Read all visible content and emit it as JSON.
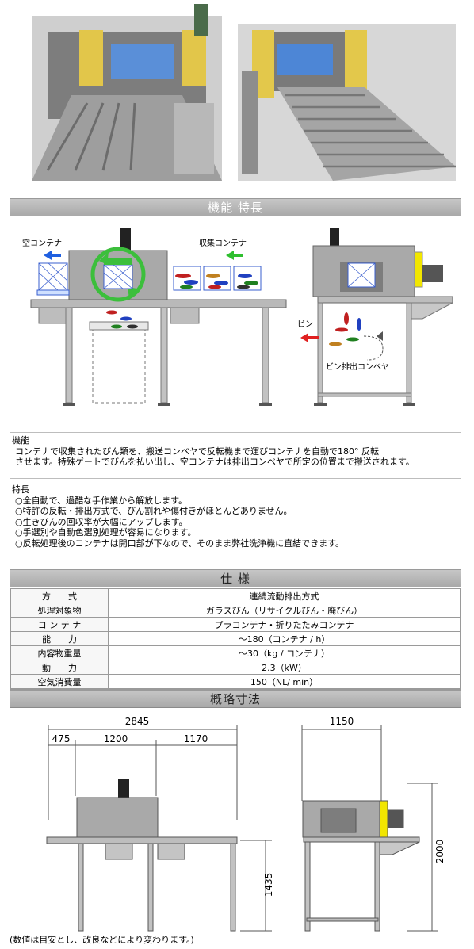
{
  "sections": {
    "features_title": "機能 特長",
    "specs_title": "仕 様",
    "dims_title": "概略寸法"
  },
  "diagram_labels": {
    "empty_container": "空コンテナ",
    "collected_container": "収集コンテナ",
    "bin": "ビン",
    "bin_discharge": "ビン排出コンベヤ"
  },
  "function": {
    "heading": "機能",
    "lines": [
      "コンテナで収集されたびん類を、搬送コンベヤで反転機まで運びコンテナを自動で180° 反転",
      "させます。特殊ゲートでびんを払い出し、空コンテナは排出コンベヤで所定の位置まで搬送されます。"
    ]
  },
  "features": {
    "heading": "特長",
    "items": [
      "○全自動で、過酷な手作業から解放します。",
      "○特許の反転・排出方式で、びん割れや傷付きがほとんどありません。",
      "○生きびんの回収率が大幅にアップします。",
      "○手選別や自動色選別処理が容易になります。",
      "○反転処理後のコンテナは開口部が下なので、そのまま弊社洗浄機に直結できます。"
    ]
  },
  "specs": [
    {
      "label": "方　　式",
      "value": "連続流動排出方式"
    },
    {
      "label": "処理対象物",
      "value": "ガラスびん（リサイクルびん・廃びん）"
    },
    {
      "label": "コ ン テ ナ",
      "value": "プラコンテナ・折りたたみコンテナ"
    },
    {
      "label": "能　　力",
      "value": "〜180（コンテナ / h）"
    },
    {
      "label": "内容物重量",
      "value": "〜30（kg / コンテナ）"
    },
    {
      "label": "動　　力",
      "value": "2.3（kW）"
    },
    {
      "label": "空気消費量",
      "value": "150（NL/ min）"
    }
  ],
  "dimensions": {
    "total_length": "2845",
    "seg1": "475",
    "seg2": "1200",
    "seg3": "1170",
    "height_conveyor": "1435",
    "width": "1150",
    "height_total": "2000"
  },
  "note": "(数値は目安とし、改良などにより変わります。)",
  "colors": {
    "header_bg": "#b0b0b0",
    "arrow_blue": "#1f5fe0",
    "arrow_red": "#e02020",
    "arrow_green": "#2fbf2f",
    "machine_gray": "#a8a8a8",
    "yellow_panel": "#f2e600"
  }
}
